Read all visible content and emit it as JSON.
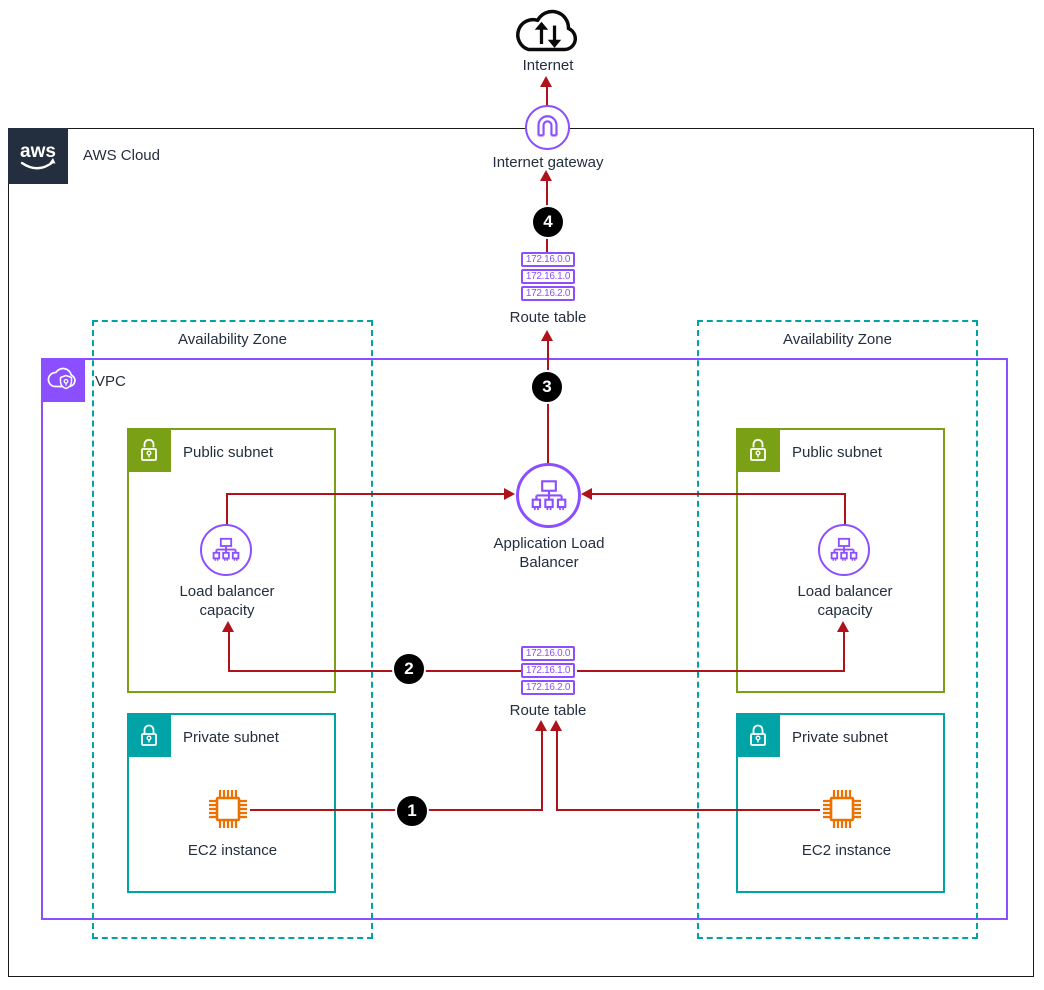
{
  "colors": {
    "arrow-red": "#B0121B",
    "purple": "#8C4FFF",
    "green": "#7AA116",
    "teal": "#00A4A6",
    "navy": "#232F3E",
    "orange": "#ED7100",
    "badge-black": "#000000"
  },
  "aws_cloud": {
    "logo_text": "aws",
    "label": "AWS Cloud"
  },
  "internet": {
    "label": "Internet"
  },
  "internet_gateway": {
    "label": "Internet gateway"
  },
  "vpc": {
    "label": "VPC"
  },
  "availability_zone_left": {
    "label": "Availability Zone"
  },
  "availability_zone_right": {
    "label": "Availability Zone"
  },
  "route_table_top": {
    "label": "Route table",
    "routes": [
      "172.16.0.0",
      "172.16.1.0",
      "172.16.2.0"
    ]
  },
  "route_table_mid": {
    "label": "Route table",
    "routes": [
      "172.16.0.0",
      "172.16.1.0",
      "172.16.2.0"
    ]
  },
  "alb": {
    "line1": "Application Load",
    "line2": "Balancer"
  },
  "lbc_left": {
    "line1": "Load balancer",
    "line2": "capacity"
  },
  "lbc_right": {
    "line1": "Load balancer",
    "line2": "capacity"
  },
  "public_subnet_left": {
    "label": "Public subnet"
  },
  "public_subnet_right": {
    "label": "Public subnet"
  },
  "private_subnet_left": {
    "label": "Private subnet"
  },
  "private_subnet_right": {
    "label": "Private subnet"
  },
  "ec2_left": {
    "label": "EC2 instance"
  },
  "ec2_right": {
    "label": "EC2 instance"
  },
  "steps": {
    "s1": "1",
    "s2": "2",
    "s3": "3",
    "s4": "4"
  }
}
